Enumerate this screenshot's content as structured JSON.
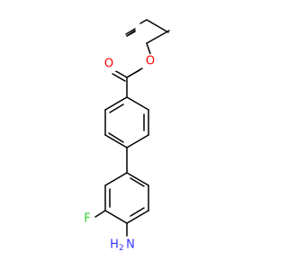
{
  "molecule": {
    "atoms": {
      "o_ether": "O",
      "o_carbonyl": "O",
      "fluorine": "F",
      "amine_n": "N",
      "amine_h": "H",
      "amine_h_count": "2"
    },
    "colors": {
      "bond": "#000000",
      "oxygen": "#ff0000",
      "fluorine": "#33cc33",
      "nitrogen": "#3333ff"
    }
  }
}
